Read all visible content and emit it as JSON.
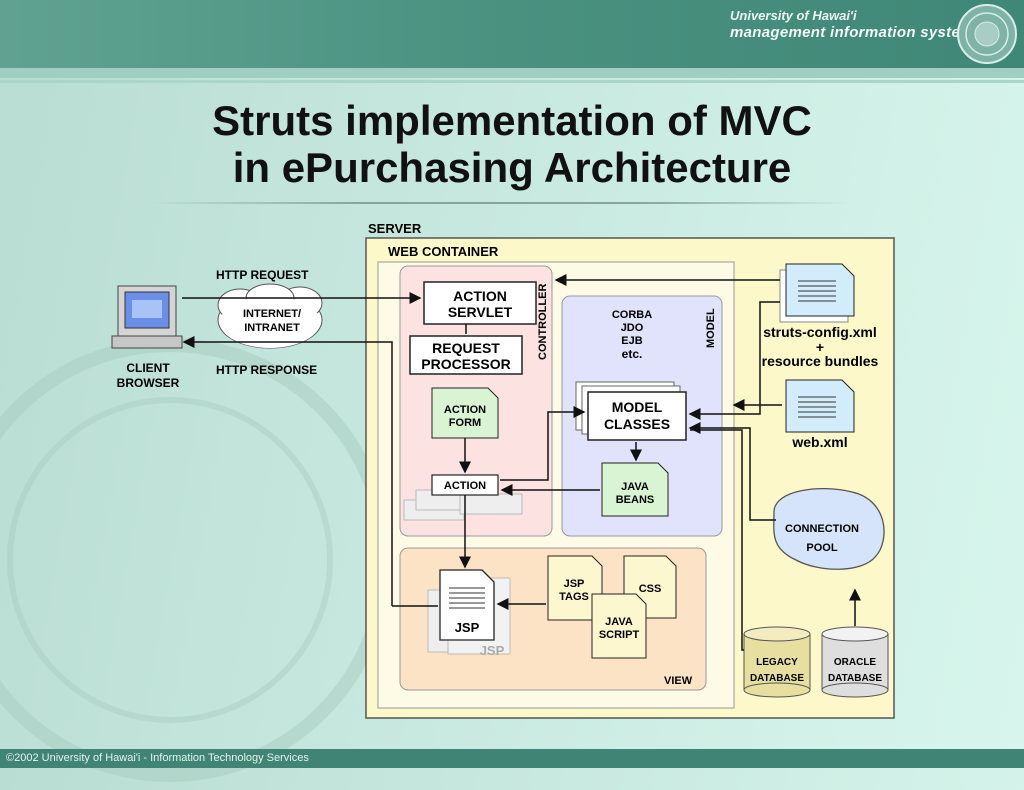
{
  "header": {
    "brand_top": "University of Hawai'i",
    "brand_bottom": "management information systems",
    "seal_icon": "university-seal-icon"
  },
  "slide": {
    "title_line1": "Struts implementation of MVC",
    "title_line2": "in ePurchasing Architecture"
  },
  "diagram": {
    "server": "SERVER",
    "web_container": "WEB CONTAINER",
    "controller": "CONTROLLER",
    "model": "MODEL",
    "view": "VIEW",
    "action_servlet": [
      "ACTION",
      "SERVLET"
    ],
    "request_processor": [
      "REQUEST",
      "PROCESSOR"
    ],
    "action_form": [
      "ACTION",
      "FORM"
    ],
    "action": "ACTION",
    "corba": [
      "CORBA",
      "JDO",
      "EJB",
      "etc."
    ],
    "model_classes": [
      "MODEL",
      "CLASSES"
    ],
    "java_beans": [
      "JAVA",
      "BEANS"
    ],
    "jsp": "JSP",
    "jsp_tags": [
      "JSP",
      "TAGS"
    ],
    "css": "CSS",
    "java_script": [
      "JAVA",
      "SCRIPT"
    ],
    "client_browser": [
      "CLIENT",
      "BROWSER"
    ],
    "http_request": "HTTP REQUEST",
    "http_response": "HTTP RESPONSE",
    "internet": [
      "INTERNET/",
      "INTRANET"
    ],
    "struts_config": [
      "struts-config.xml",
      "+",
      "resource bundles"
    ],
    "web_xml": "web.xml",
    "connection_pool": [
      "CONNECTION",
      "POOL"
    ],
    "legacy_db": [
      "LEGACY",
      "DATABASE"
    ],
    "oracle_db": [
      "ORACLE",
      "DATABASE"
    ]
  },
  "colors": {
    "server_bg": "#fdf8c9",
    "controller_bg": "#fde2e2",
    "model_bg": "#e0e3fb",
    "view_bg": "#fde3c6",
    "doc_green": "#d9f4d2",
    "doc_yellow": "#fdf7cf",
    "doc_blue": "#d3ecfb"
  },
  "footer": {
    "text": "©2002 University of Hawai'i - Information Technology Services"
  }
}
